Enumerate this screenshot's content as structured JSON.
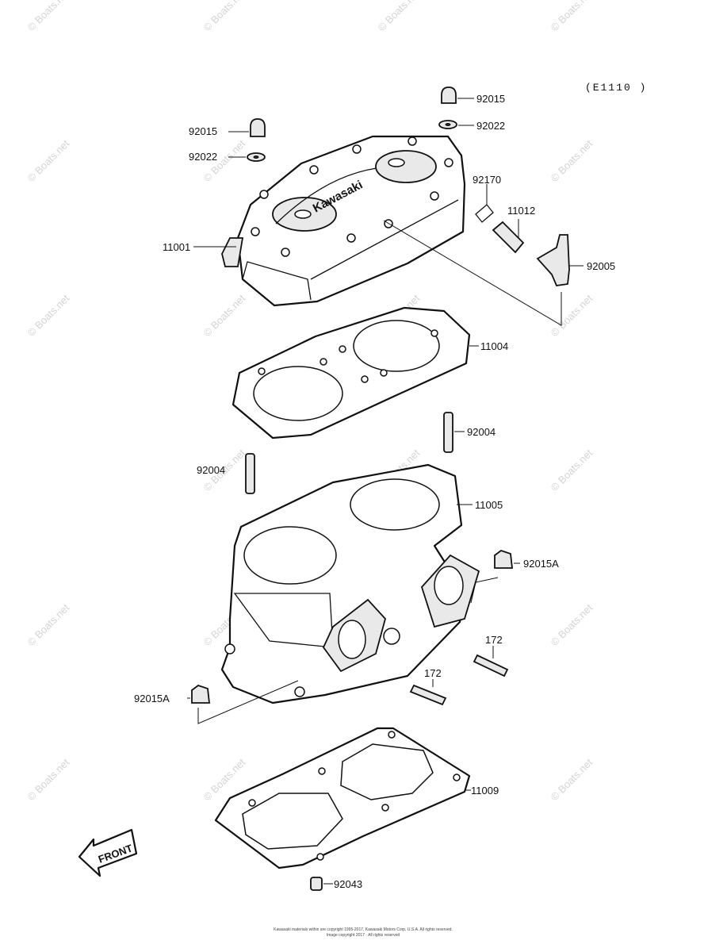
{
  "diagram": {
    "code": "(E1110 )",
    "callouts": {
      "p92015_top": "92015",
      "p92022_top": "92022",
      "p92015_left": "92015",
      "p92022_left": "92022",
      "p92170": "92170",
      "p11012": "11012",
      "p11001": "11001",
      "p92005": "92005",
      "p11004": "11004",
      "p92004_right": "92004",
      "p92004_left": "92004",
      "p11005": "11005",
      "p92015A_right": "92015A",
      "p172_right": "172",
      "p172_left": "172",
      "p92015A_left": "92015A",
      "p11009": "11009",
      "p92043": "92043"
    },
    "head_branding": "Kawasaki",
    "front_marker": "FRONT",
    "watermark": "© Boats.net",
    "footer_line1": "Kawasaki materials within are copyright 1995-2017, Kawasaki Motors Corp, U.S.A. All rights reserved.",
    "footer_line2": "Image copyright 2017 · All rights reserved"
  }
}
